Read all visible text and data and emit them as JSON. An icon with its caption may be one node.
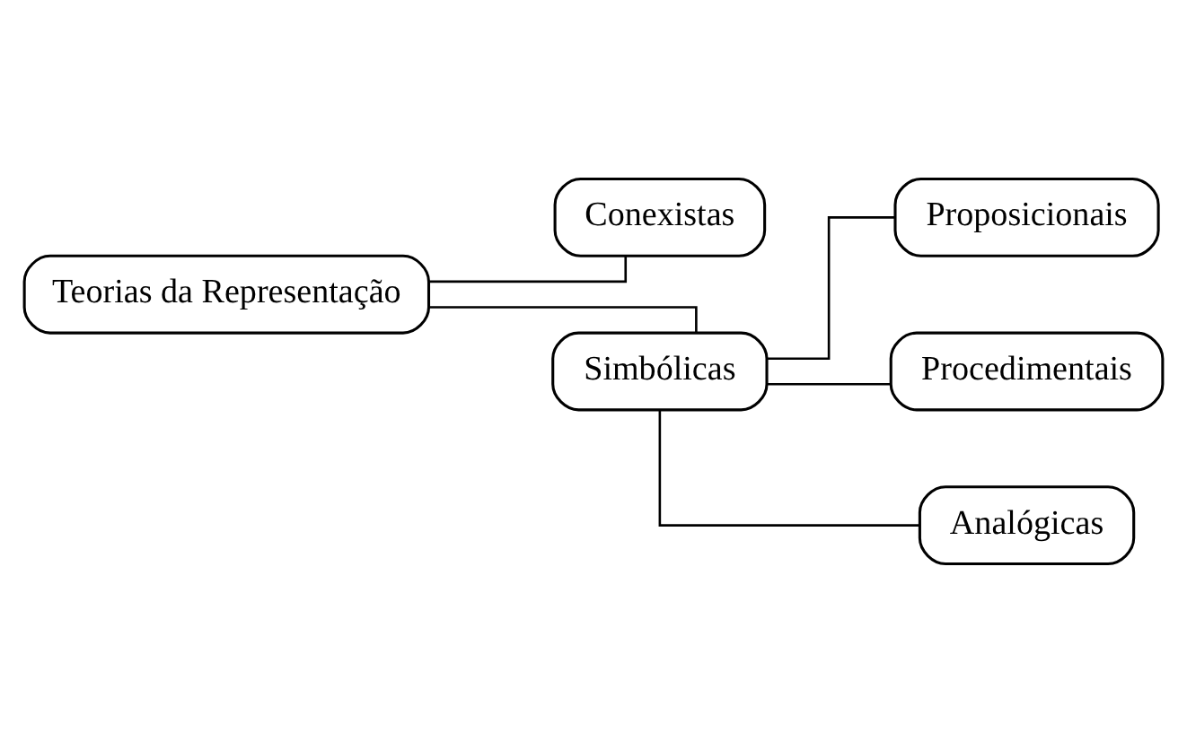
{
  "diagram": {
    "nodes": [
      {
        "text": [
          "Teorias da Representação"
        ]
      },
      {
        "text": [
          "Conexistas"
        ]
      },
      {
        "text": [
          "Simbólicas"
        ]
      },
      {
        "text": [
          "Proposicionais"
        ]
      },
      {
        "text": [
          "Procedimentais"
        ]
      },
      {
        "text": [
          "Analógicas"
        ]
      }
    ],
    "edges": [
      {
        "from": 0,
        "to": 1,
        "arrow": "none"
      },
      {
        "from": 0,
        "to": 2,
        "arrow": "none"
      },
      {
        "from": 2,
        "to": 3,
        "arrow": "none"
      },
      {
        "from": 2,
        "to": 4,
        "arrow": "none"
      },
      {
        "from": 2,
        "to": 5,
        "arrow": "none"
      }
    ]
  }
}
